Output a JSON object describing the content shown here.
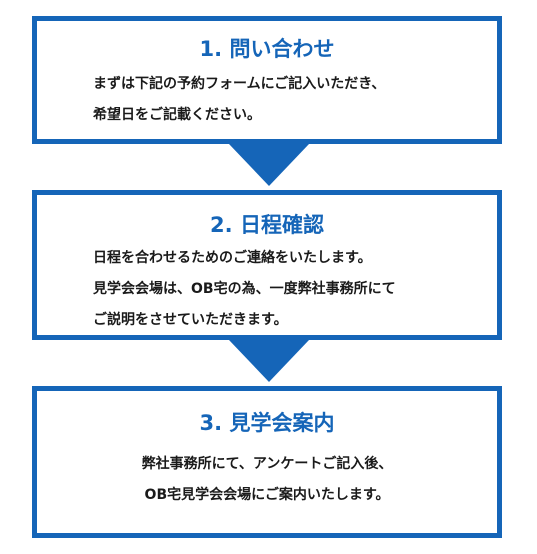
{
  "steps": [
    {
      "title": "1. 問い合わせ",
      "lines": [
        "まずは下記の予約フォームにご記入いただき、",
        "希望日をご記載ください。"
      ]
    },
    {
      "title": "2. 日程確認",
      "lines": [
        "日程を合わせるためのご連絡をいたします。",
        "見学会会場は、OB宅の為、一度弊社事務所にて",
        "ご説明をさせていただきます。"
      ]
    },
    {
      "title": "3. 見学会案内",
      "lines": [
        "弊社事務所にて、アンケートご記入後、",
        "OB宅見学会会場にご案内いたします。"
      ]
    }
  ],
  "colors": {
    "accent": "#1565b8",
    "text": "#1a1a1a"
  }
}
